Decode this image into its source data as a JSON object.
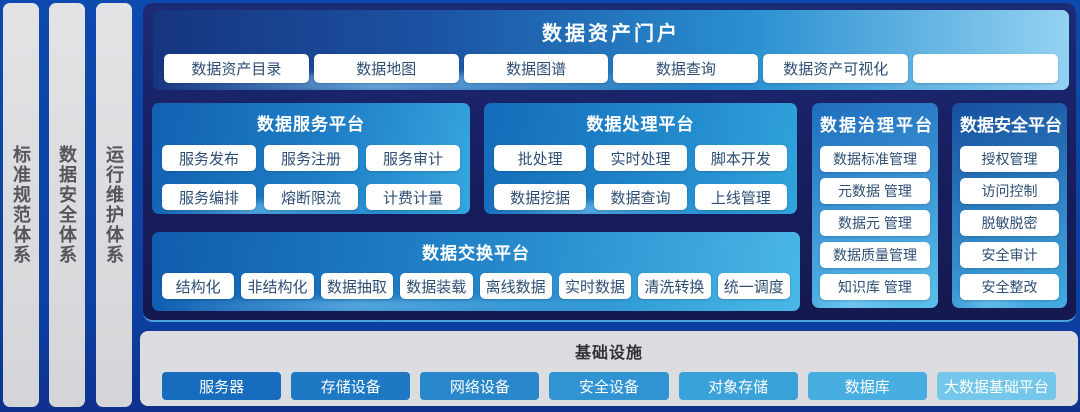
{
  "colors": {
    "page_background": "#0c42a6",
    "container_navy": "#171d5c",
    "panel_blue_dark": "#0f5cae",
    "panel_blue_light": "#49b8e6",
    "button_text_blue": "#2e4e74",
    "pillar_gray": "#d9dadc",
    "infra_gray": "#dcdde0"
  },
  "pillars": [
    {
      "label": "标准规范体系"
    },
    {
      "label": "数据安全体系"
    },
    {
      "label": "运行维护体系"
    }
  ],
  "portal": {
    "title": "数据资产门户",
    "buttons": [
      "数据资产目录",
      "数据地图",
      "数据图谱",
      "数据查询",
      "数据资产可视化",
      ""
    ]
  },
  "platforms": {
    "service": {
      "title": "数据服务平台",
      "items": [
        "服务发布",
        "服务注册",
        "服务审计",
        "服务编排",
        "熔断限流",
        "计费计量"
      ]
    },
    "processing": {
      "title": "数据处理平台",
      "items": [
        "批处理",
        "实时处理",
        "脚本开发",
        "数据挖据",
        "数据查询",
        "上线管理"
      ]
    },
    "governance": {
      "title": "数据治理平台",
      "items": [
        "数据标准管理",
        "元数据 管理",
        "数据元 管理",
        "数据质量管理",
        "知识库 管理"
      ]
    },
    "security": {
      "title": "数据安全平台",
      "items": [
        "授权管理",
        "访问控制",
        "脱敏脱密",
        "安全审计",
        "安全整改"
      ]
    },
    "exchange": {
      "title": "数据交换平台",
      "items": [
        "结构化",
        "非结构化",
        "数据抽取",
        "数据装载",
        "离线数据",
        "实时数据",
        "清洗转换",
        "统一调度"
      ]
    }
  },
  "infrastructure": {
    "title": "基础设施",
    "items": [
      {
        "label": "服务器",
        "color": "#176cbd"
      },
      {
        "label": "存储设备",
        "color": "#1f78c3"
      },
      {
        "label": "网络设备",
        "color": "#2886cb"
      },
      {
        "label": "安全设备",
        "color": "#3194d2"
      },
      {
        "label": "对象存储",
        "color": "#3aa1d9"
      },
      {
        "label": "数据库",
        "color": "#48ade0"
      },
      {
        "label": "大数据基础平台",
        "color": "#74c7ea"
      }
    ]
  }
}
